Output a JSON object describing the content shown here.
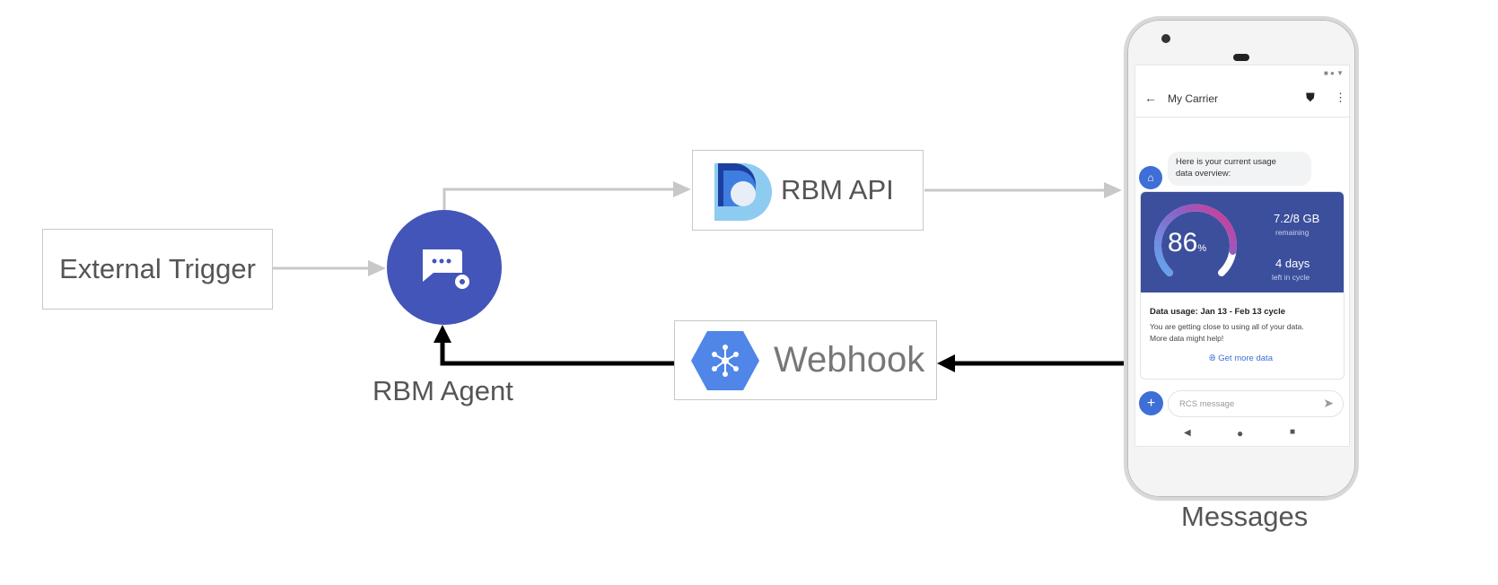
{
  "nodes": {
    "external_trigger": "External Trigger",
    "rbm_agent": "RBM Agent",
    "rbm_api": "RBM API",
    "webhook": "Webhook",
    "messages": "Messages"
  },
  "phone": {
    "header_title": "My Carrier",
    "bubble_text_1": "Here is your current usage",
    "bubble_text_2": "data overview:",
    "usage_percent": "86",
    "percent_sign": "%",
    "usage_fraction": 0.86,
    "remaining_value": "7.2/8 GB",
    "remaining_label": "remaining",
    "days_value": "4 days",
    "days_label": "left in cycle",
    "card_title": "Data usage: Jan 13 - Feb 13 cycle",
    "card_body_1": "You are getting close to using all of your data.",
    "card_body_2": "More data might help!",
    "card_action": "Get more data",
    "compose_placeholder": "RCS message"
  },
  "colors": {
    "agent": "#4355b9",
    "card": "#3c4f9c",
    "accent": "#4285f4",
    "gray_arrow": "#c8c8c8",
    "black_arrow": "#000000"
  }
}
